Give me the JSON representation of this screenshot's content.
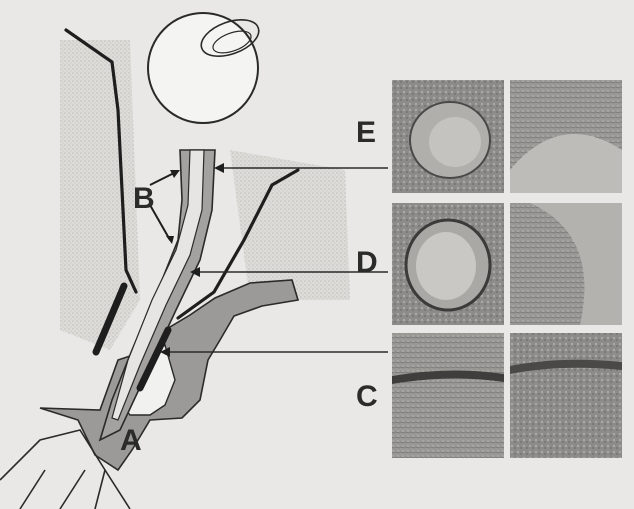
{
  "labels": {
    "a": "A",
    "b": "B",
    "c": "C",
    "d": "D",
    "e": "E"
  },
  "colors": {
    "background": "#e9e8e6",
    "stipple": "#d3d2cf",
    "tissue_gray": "#9b9a98",
    "outline": "#2a2a2a",
    "bulb_fill": "#f4f4f3",
    "micrograph_dark": "#5a5a58",
    "micrograph_mid": "#8a8987",
    "micrograph_light": "#b8b7b4"
  },
  "micrographs": [
    {
      "row": "E",
      "panels": [
        "cross-section",
        "close-up"
      ]
    },
    {
      "row": "D",
      "panels": [
        "cross-section",
        "close-up"
      ]
    },
    {
      "row": "C",
      "panels": [
        "cross-section",
        "close-up"
      ]
    }
  ]
}
